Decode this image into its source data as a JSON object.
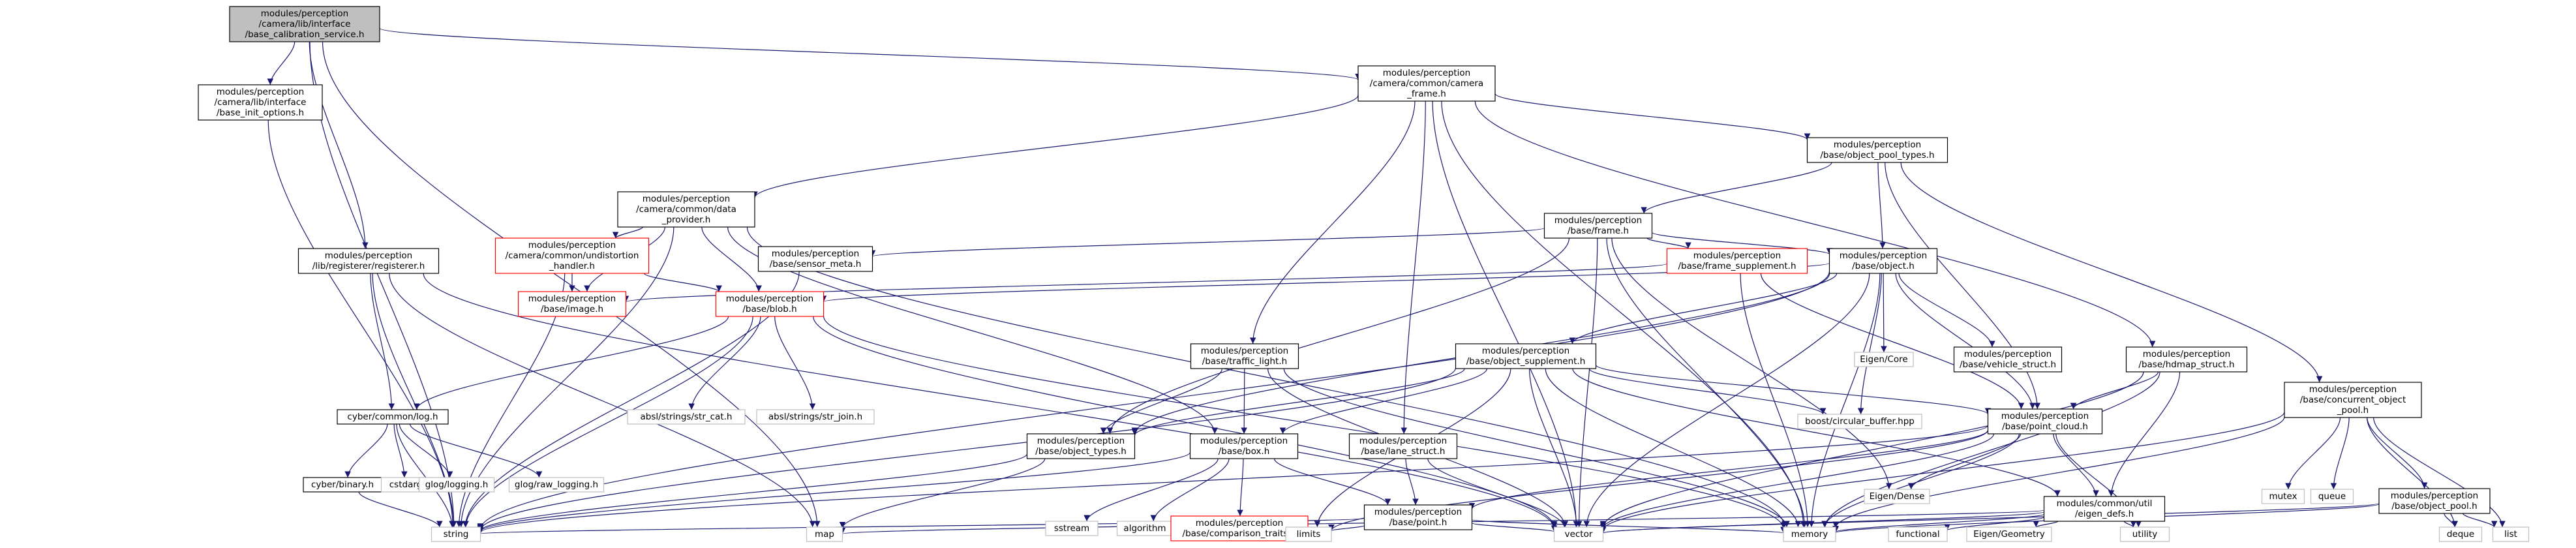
{
  "nodes": [
    {
      "id": "root",
      "lines": [
        "modules/perception",
        "/camera/lib/interface",
        "/base_calibration_service.h"
      ],
      "style": "root"
    },
    {
      "id": "init_opts",
      "lines": [
        "modules/perception",
        "/camera/lib/interface",
        "/base_init_options.h"
      ],
      "style": "normal"
    },
    {
      "id": "registerer",
      "lines": [
        "modules/perception",
        "/lib/registerer/registerer.h"
      ],
      "style": "normal"
    },
    {
      "id": "camera_frame",
      "lines": [
        "modules/perception",
        "/camera/common/camera",
        "_frame.h"
      ],
      "style": "normal"
    },
    {
      "id": "data_provider",
      "lines": [
        "modules/perception",
        "/camera/common/data",
        "_provider.h"
      ],
      "style": "normal"
    },
    {
      "id": "undistortion",
      "lines": [
        "modules/perception",
        "/camera/common/undistortion",
        "_handler.h"
      ],
      "style": "red"
    },
    {
      "id": "image",
      "lines": [
        "modules/perception",
        "/base/image.h"
      ],
      "style": "red"
    },
    {
      "id": "blob",
      "lines": [
        "modules/perception",
        "/base/blob.h"
      ],
      "style": "red"
    },
    {
      "id": "sensor_meta",
      "lines": [
        "modules/perception",
        "/base/sensor_meta.h"
      ],
      "style": "normal"
    },
    {
      "id": "frame",
      "lines": [
        "modules/perception",
        "/base/frame.h"
      ],
      "style": "normal"
    },
    {
      "id": "frame_supp",
      "lines": [
        "modules/perception",
        "/base/frame_supplement.h"
      ],
      "style": "red"
    },
    {
      "id": "object",
      "lines": [
        "modules/perception",
        "/base/object.h"
      ],
      "style": "normal"
    },
    {
      "id": "object_pool_types",
      "lines": [
        "modules/perception",
        "/base/object_pool_types.h"
      ],
      "style": "normal"
    },
    {
      "id": "traffic_light",
      "lines": [
        "modules/perception",
        "/base/traffic_light.h"
      ],
      "style": "normal"
    },
    {
      "id": "object_supp",
      "lines": [
        "modules/perception",
        "/base/object_supplement.h"
      ],
      "style": "normal"
    },
    {
      "id": "eigen_core",
      "lines": [
        "Eigen/Core"
      ],
      "style": "gray"
    },
    {
      "id": "vehicle_struct",
      "lines": [
        "modules/perception",
        "/base/vehicle_struct.h"
      ],
      "style": "normal"
    },
    {
      "id": "hdmap_struct",
      "lines": [
        "modules/perception",
        "/base/hdmap_struct.h"
      ],
      "style": "normal"
    },
    {
      "id": "concurrent_pool",
      "lines": [
        "modules/perception",
        "/base/concurrent_object",
        "_pool.h"
      ],
      "style": "normal"
    },
    {
      "id": "log",
      "lines": [
        "cyber/common/log.h"
      ],
      "style": "normal"
    },
    {
      "id": "strcat",
      "lines": [
        "absl/strings/str_cat.h"
      ],
      "style": "gray"
    },
    {
      "id": "strjoin",
      "lines": [
        "absl/strings/str_join.h"
      ],
      "style": "gray"
    },
    {
      "id": "object_types",
      "lines": [
        "modules/perception",
        "/base/object_types.h"
      ],
      "style": "normal"
    },
    {
      "id": "box",
      "lines": [
        "modules/perception",
        "/base/box.h"
      ],
      "style": "normal"
    },
    {
      "id": "lane_struct",
      "lines": [
        "modules/perception",
        "/base/lane_struct.h"
      ],
      "style": "normal"
    },
    {
      "id": "circular",
      "lines": [
        "boost/circular_buffer.hpp"
      ],
      "style": "gray"
    },
    {
      "id": "point_cloud",
      "lines": [
        "modules/perception",
        "/base/point_cloud.h"
      ],
      "style": "normal"
    },
    {
      "id": "cyber_binary",
      "lines": [
        "cyber/binary.h"
      ],
      "style": "normal"
    },
    {
      "id": "cstdarg",
      "lines": [
        "cstdarg"
      ],
      "style": "gray"
    },
    {
      "id": "glog",
      "lines": [
        "glog/logging.h"
      ],
      "style": "gray"
    },
    {
      "id": "glog_raw",
      "lines": [
        "glog/raw_logging.h"
      ],
      "style": "gray"
    },
    {
      "id": "sstream",
      "lines": [
        "sstream"
      ],
      "style": "gray"
    },
    {
      "id": "algorithm",
      "lines": [
        "algorithm"
      ],
      "style": "gray"
    },
    {
      "id": "comparison",
      "lines": [
        "modules/perception",
        "/base/comparison_traits.h"
      ],
      "style": "red"
    },
    {
      "id": "point",
      "lines": [
        "modules/perception",
        "/base/point.h"
      ],
      "style": "normal"
    },
    {
      "id": "eigen_dense",
      "lines": [
        "Eigen/Dense"
      ],
      "style": "gray"
    },
    {
      "id": "eigen_defs",
      "lines": [
        "modules/common/util",
        "/eigen_defs.h"
      ],
      "style": "normal"
    },
    {
      "id": "mutex",
      "lines": [
        "mutex"
      ],
      "style": "gray"
    },
    {
      "id": "queue",
      "lines": [
        "queue"
      ],
      "style": "gray"
    },
    {
      "id": "object_pool",
      "lines": [
        "modules/perception",
        "/base/object_pool.h"
      ],
      "style": "normal"
    },
    {
      "id": "string",
      "lines": [
        "string"
      ],
      "style": "gray"
    },
    {
      "id": "map",
      "lines": [
        "map"
      ],
      "style": "gray"
    },
    {
      "id": "limits",
      "lines": [
        "limits"
      ],
      "style": "gray"
    },
    {
      "id": "vector",
      "lines": [
        "vector"
      ],
      "style": "gray"
    },
    {
      "id": "memory",
      "lines": [
        "memory"
      ],
      "style": "gray"
    },
    {
      "id": "functional",
      "lines": [
        "functional"
      ],
      "style": "gray"
    },
    {
      "id": "eigen_geometry",
      "lines": [
        "Eigen/Geometry"
      ],
      "style": "gray"
    },
    {
      "id": "utility",
      "lines": [
        "utility"
      ],
      "style": "gray"
    },
    {
      "id": "deque",
      "lines": [
        "deque"
      ],
      "style": "gray"
    },
    {
      "id": "list",
      "lines": [
        "list"
      ],
      "style": "gray"
    }
  ],
  "edges": [
    [
      "root",
      "init_opts"
    ],
    [
      "root",
      "registerer"
    ],
    [
      "root",
      "camera_frame"
    ],
    [
      "root",
      "string"
    ],
    [
      "root",
      "map"
    ],
    [
      "init_opts",
      "string"
    ],
    [
      "registerer",
      "log"
    ],
    [
      "registerer",
      "string"
    ],
    [
      "registerer",
      "map"
    ],
    [
      "registerer",
      "vector"
    ],
    [
      "camera_frame",
      "data_provider"
    ],
    [
      "camera_frame",
      "object_pool_types"
    ],
    [
      "camera_frame",
      "traffic_light"
    ],
    [
      "camera_frame",
      "lane_struct"
    ],
    [
      "camera_frame",
      "hdmap_struct"
    ],
    [
      "camera_frame",
      "vector"
    ],
    [
      "camera_frame",
      "memory"
    ],
    [
      "data_provider",
      "undistortion"
    ],
    [
      "data_provider",
      "image"
    ],
    [
      "data_provider",
      "blob"
    ],
    [
      "data_provider",
      "box"
    ],
    [
      "data_provider",
      "string"
    ],
    [
      "data_provider",
      "memory"
    ],
    [
      "undistortion",
      "image"
    ],
    [
      "undistortion",
      "blob"
    ],
    [
      "undistortion",
      "string"
    ],
    [
      "blob",
      "log"
    ],
    [
      "blob",
      "strcat"
    ],
    [
      "blob",
      "strjoin"
    ],
    [
      "blob",
      "string"
    ],
    [
      "blob",
      "vector"
    ],
    [
      "blob",
      "memory"
    ],
    [
      "sensor_meta",
      "string"
    ],
    [
      "frame",
      "sensor_meta"
    ],
    [
      "frame",
      "frame_supp"
    ],
    [
      "frame",
      "object"
    ],
    [
      "frame",
      "object_types"
    ],
    [
      "frame",
      "eigen_dense"
    ],
    [
      "frame",
      "vector"
    ],
    [
      "frame",
      "memory"
    ],
    [
      "frame_supp",
      "image"
    ],
    [
      "frame_supp",
      "point_cloud"
    ],
    [
      "frame_supp",
      "memory"
    ],
    [
      "object",
      "blob"
    ],
    [
      "object",
      "object_supp"
    ],
    [
      "object",
      "eigen_core"
    ],
    [
      "object",
      "vehicle_struct"
    ],
    [
      "object",
      "object_types"
    ],
    [
      "object",
      "circular"
    ],
    [
      "object",
      "point_cloud"
    ],
    [
      "object",
      "string"
    ],
    [
      "object",
      "vector"
    ],
    [
      "object",
      "memory"
    ],
    [
      "object_pool_types",
      "frame"
    ],
    [
      "object_pool_types",
      "object"
    ],
    [
      "object_pool_types",
      "point_cloud"
    ],
    [
      "object_pool_types",
      "concurrent_pool"
    ],
    [
      "traffic_light",
      "box"
    ],
    [
      "traffic_light",
      "object_types"
    ],
    [
      "traffic_light",
      "vector"
    ],
    [
      "traffic_light",
      "memory"
    ],
    [
      "object_supp",
      "box"
    ],
    [
      "object_supp",
      "object_types"
    ],
    [
      "object_supp",
      "circular"
    ],
    [
      "object_supp",
      "point_cloud"
    ],
    [
      "object_supp",
      "eigen_defs"
    ],
    [
      "object_supp",
      "string"
    ],
    [
      "object_supp",
      "limits"
    ],
    [
      "object_supp",
      "vector"
    ],
    [
      "object_supp",
      "memory"
    ],
    [
      "hdmap_struct",
      "point_cloud"
    ],
    [
      "hdmap_struct",
      "eigen_defs"
    ],
    [
      "hdmap_struct",
      "vector"
    ],
    [
      "hdmap_struct",
      "memory"
    ],
    [
      "concurrent_pool",
      "mutex"
    ],
    [
      "concurrent_pool",
      "queue"
    ],
    [
      "concurrent_pool",
      "object_pool"
    ],
    [
      "concurrent_pool",
      "vector"
    ],
    [
      "concurrent_pool",
      "memory"
    ],
    [
      "concurrent_pool",
      "deque"
    ],
    [
      "concurrent_pool",
      "list"
    ],
    [
      "log",
      "cyber_binary"
    ],
    [
      "log",
      "cstdarg"
    ],
    [
      "log",
      "glog"
    ],
    [
      "log",
      "glog_raw"
    ],
    [
      "log",
      "string"
    ],
    [
      "cyber_binary",
      "string"
    ],
    [
      "object_types",
      "string"
    ],
    [
      "object_types",
      "map"
    ],
    [
      "box",
      "sstream"
    ],
    [
      "box",
      "algorithm"
    ],
    [
      "box",
      "comparison"
    ],
    [
      "box",
      "point"
    ],
    [
      "box",
      "string"
    ],
    [
      "comparison",
      "limits"
    ],
    [
      "lane_struct",
      "point"
    ],
    [
      "lane_struct",
      "vector"
    ],
    [
      "point_cloud",
      "point"
    ],
    [
      "point_cloud",
      "eigen_dense"
    ],
    [
      "point_cloud",
      "eigen_defs"
    ],
    [
      "point_cloud",
      "vector"
    ],
    [
      "point_cloud",
      "memory"
    ],
    [
      "point_cloud",
      "utility"
    ],
    [
      "point_cloud",
      "limits"
    ],
    [
      "point_cloud",
      "string"
    ],
    [
      "point",
      "limits"
    ],
    [
      "point",
      "vector"
    ],
    [
      "point",
      "memory"
    ],
    [
      "point",
      "string"
    ],
    [
      "eigen_defs",
      "functional"
    ],
    [
      "eigen_defs",
      "eigen_geometry"
    ],
    [
      "eigen_defs",
      "utility"
    ],
    [
      "eigen_defs",
      "vector"
    ],
    [
      "eigen_defs",
      "map"
    ],
    [
      "eigen_defs",
      "memory"
    ],
    [
      "object_pool",
      "vector"
    ],
    [
      "object_pool",
      "memory"
    ],
    [
      "object_pool",
      "deque"
    ],
    [
      "object_pool",
      "list"
    ]
  ]
}
